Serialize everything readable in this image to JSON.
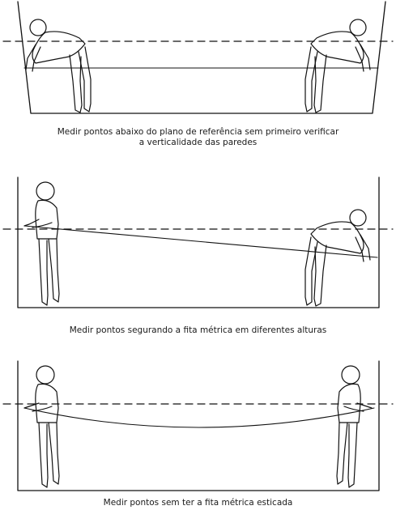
{
  "panels": [
    {
      "caption_line1": "Medir pontos abaixo do plano de referência sem primeiro verificar",
      "caption_line2": "a verticalidade das paredes"
    },
    {
      "caption_line1": "Medir pontos segurando a fita métrica em diferentes alturas"
    },
    {
      "caption_line1": "Medir pontos sem ter a fita métrica esticada"
    }
  ]
}
